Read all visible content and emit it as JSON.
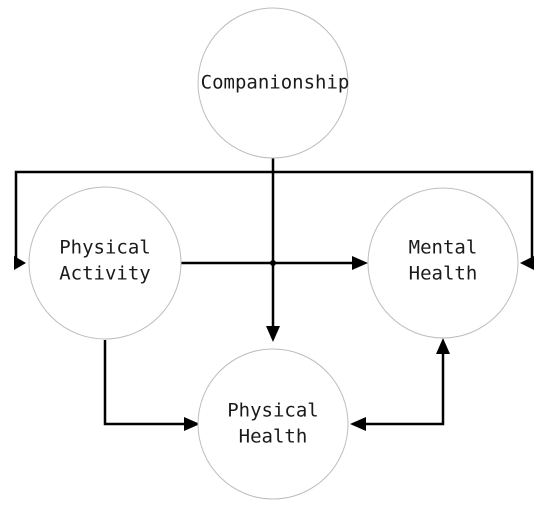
{
  "nodes": {
    "companionship": {
      "line1": "Companionship"
    },
    "physical_activity": {
      "line1": "Physical",
      "line2": "Activity"
    },
    "mental_health": {
      "line1": "Mental",
      "line2": "Health"
    },
    "physical_health": {
      "line1": "Physical",
      "line2": "Health"
    }
  },
  "edges": [
    {
      "from": "Companionship",
      "to": "Physical Activity"
    },
    {
      "from": "Companionship",
      "to": "Mental Health"
    },
    {
      "from": "Companionship",
      "to": "Physical Health"
    },
    {
      "from": "Physical Activity",
      "to": "Mental Health"
    },
    {
      "from": "Physical Activity",
      "to": "Physical Health"
    },
    {
      "from": "Physical Health",
      "to": "Mental Health",
      "bidirectional": true
    }
  ],
  "colors": {
    "edge": "#000000",
    "node_border": "#bdbdbd",
    "text": "#1a1a1a"
  }
}
